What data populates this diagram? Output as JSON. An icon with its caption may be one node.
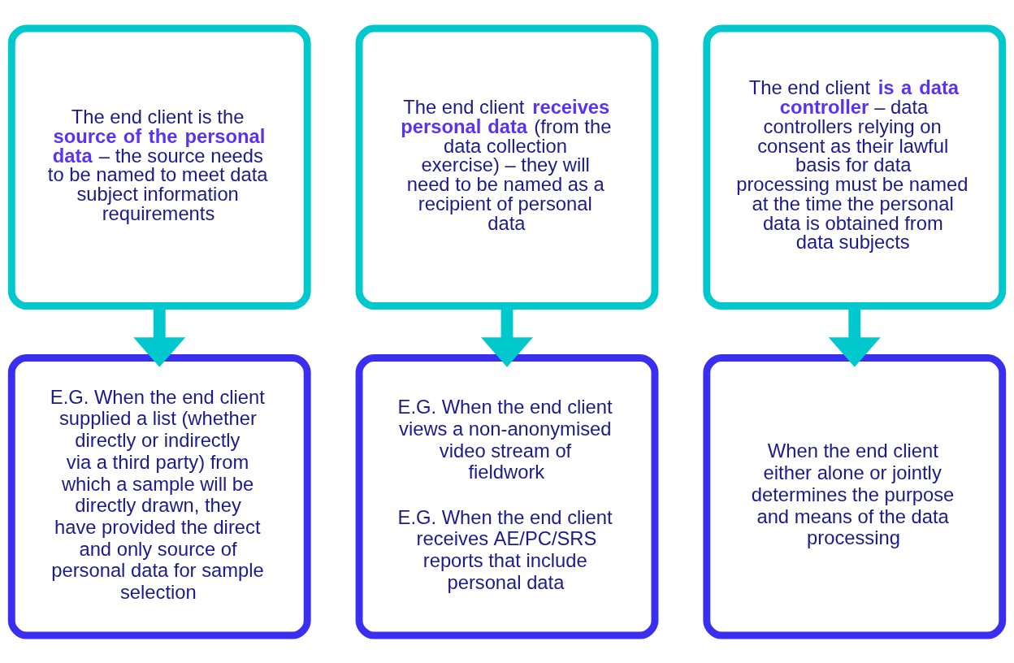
{
  "diagram": {
    "nodes": [
      {
        "text": [
          "The end client is the **source of the personal data** – the source needs to be named to meet data subject information requirements"
        ]
      },
      {
        "text": [
          "The end client **receives personal data** (from the data collection exercise) – they will need to be named as a recipient of personal data"
        ]
      },
      {
        "text": [
          "The end client **is a data controller** – data controllers relying on consent as their lawful basis for data processing must be named at the time the personal data is obtained from data subjects"
        ]
      },
      {
        "text": [
          "E.G. When the end client supplied a list (whether directly or indirectly via a third party) from which a sample will be directly drawn, they have provided the direct and only source of personal data for sample selection"
        ]
      },
      {
        "text": [
          "E.G. When the end client views a non-anonymised video stream of fieldwork",
          "E.G. When the end client receives AE/PC/SRS reports that include personal data"
        ]
      },
      {
        "text": [
          "When the end client either alone or jointly determines the purpose and means of the data processing"
        ]
      }
    ],
    "edges": [
      {
        "from": 0,
        "to": 3,
        "arrow": "to"
      },
      {
        "from": 1,
        "to": 4,
        "arrow": "to"
      },
      {
        "from": 2,
        "to": 5,
        "arrow": "to"
      }
    ]
  }
}
